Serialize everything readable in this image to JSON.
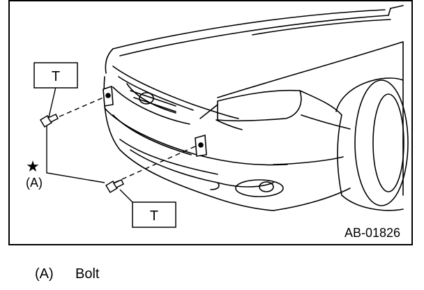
{
  "diagram": {
    "callouts": {
      "torque_upper": "T",
      "torque_lower": "T",
      "bolt_ref": "(A)",
      "star": "★"
    },
    "figure_code": "AB-01826"
  },
  "legend": {
    "items": [
      {
        "ref": "(A)",
        "label": "Bolt"
      }
    ]
  }
}
